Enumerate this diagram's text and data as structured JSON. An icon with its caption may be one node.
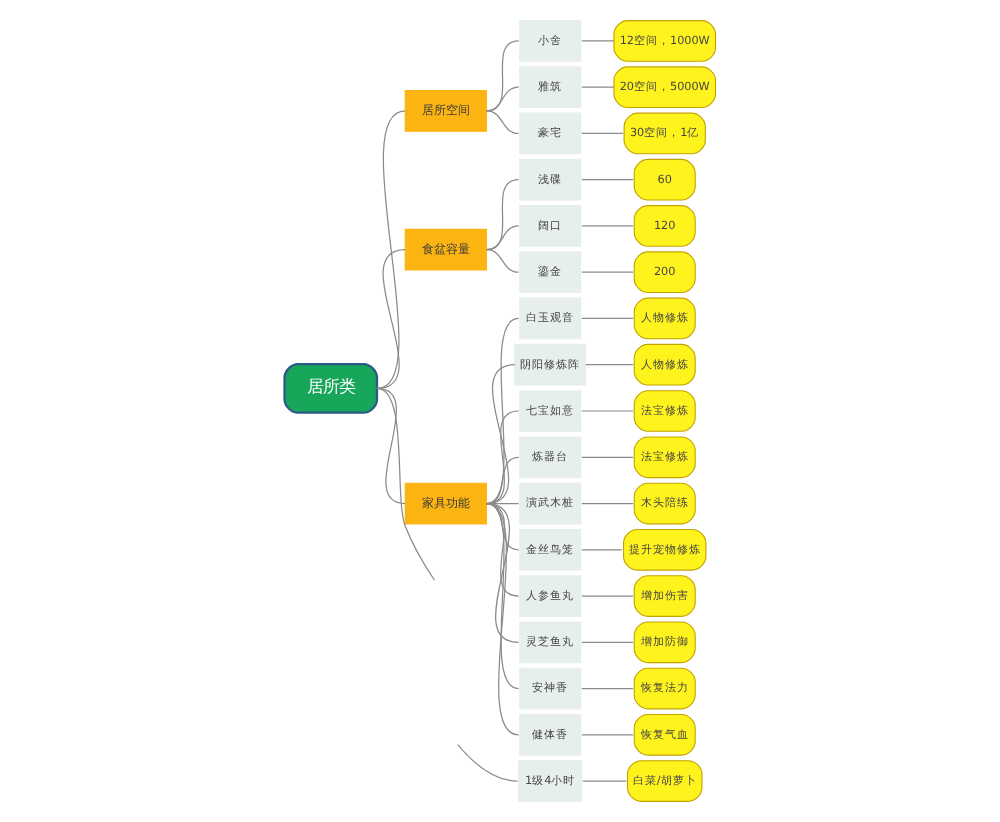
{
  "diagram": {
    "nodes": [
      {
        "text": [
          "居所类"
        ]
      },
      {
        "text": [
          "居所空间"
        ]
      },
      {
        "text": [
          "小舍"
        ]
      },
      {
        "text": [
          "12空间，1000W"
        ]
      },
      {
        "text": [
          "雅筑"
        ]
      },
      {
        "text": [
          "20空间，5000W"
        ]
      },
      {
        "text": [
          "豪宅"
        ]
      },
      {
        "text": [
          "30空间，1亿"
        ]
      },
      {
        "text": [
          "食盆容量"
        ]
      },
      {
        "text": [
          "浅碟"
        ]
      },
      {
        "text": [
          "60"
        ]
      },
      {
        "text": [
          "阔口"
        ]
      },
      {
        "text": [
          "120"
        ]
      },
      {
        "text": [
          "鎏金"
        ]
      },
      {
        "text": [
          "200"
        ]
      },
      {
        "text": [
          "家具功能"
        ]
      },
      {
        "text": [
          "白玉观音"
        ]
      },
      {
        "text": [
          "人物修炼"
        ]
      },
      {
        "text": [
          "阴阳修炼阵"
        ]
      },
      {
        "text": [
          "人物修炼"
        ]
      },
      {
        "text": [
          "七宝如意"
        ]
      },
      {
        "text": [
          "法宝修炼"
        ]
      },
      {
        "text": [
          "炼器台"
        ]
      },
      {
        "text": [
          "法宝修炼"
        ]
      },
      {
        "text": [
          "演武木桩"
        ]
      },
      {
        "text": [
          "木头陪练"
        ]
      },
      {
        "text": [
          "金丝鸟笼"
        ]
      },
      {
        "text": [
          "提升宠物修炼"
        ]
      },
      {
        "text": [
          "人参鱼丸"
        ]
      },
      {
        "text": [
          "增加伤害"
        ]
      },
      {
        "text": [
          "灵芝鱼丸"
        ]
      },
      {
        "text": [
          "增加防御"
        ]
      },
      {
        "text": [
          "安神香"
        ]
      },
      {
        "text": [
          "恢复法力"
        ]
      },
      {
        "text": [
          "健体香"
        ]
      },
      {
        "text": [
          "恢复气血"
        ]
      },
      {
        "text": [
          "1级4小时"
        ]
      },
      {
        "text": [
          "白菜/胡萝卜"
        ]
      }
    ],
    "edges": [
      {
        "from": 0,
        "to": 1,
        "arrow": "none"
      },
      {
        "from": 1,
        "to": 2,
        "arrow": "none"
      },
      {
        "from": 2,
        "to": 3,
        "arrow": "none"
      },
      {
        "from": 1,
        "to": 4,
        "arrow": "none"
      },
      {
        "from": 4,
        "to": 5,
        "arrow": "none"
      },
      {
        "from": 1,
        "to": 6,
        "arrow": "none"
      },
      {
        "from": 6,
        "to": 7,
        "arrow": "none"
      },
      {
        "from": 0,
        "to": 8,
        "arrow": "none"
      },
      {
        "from": 8,
        "to": 9,
        "arrow": "none"
      },
      {
        "from": 9,
        "to": 10,
        "arrow": "none"
      },
      {
        "from": 8,
        "to": 11,
        "arrow": "none"
      },
      {
        "from": 11,
        "to": 12,
        "arrow": "none"
      },
      {
        "from": 8,
        "to": 13,
        "arrow": "none"
      },
      {
        "from": 13,
        "to": 14,
        "arrow": "none"
      },
      {
        "from": 0,
        "to": 15,
        "arrow": "none"
      },
      {
        "from": 15,
        "to": 16,
        "arrow": "none"
      },
      {
        "from": 16,
        "to": 17,
        "arrow": "none"
      },
      {
        "from": 15,
        "to": 18,
        "arrow": "none"
      },
      {
        "from": 18,
        "to": 19,
        "arrow": "none"
      },
      {
        "from": 15,
        "to": 20,
        "arrow": "none"
      },
      {
        "from": 20,
        "to": 21,
        "arrow": "none"
      },
      {
        "from": 15,
        "to": 22,
        "arrow": "none"
      },
      {
        "from": 22,
        "to": 23,
        "arrow": "none"
      },
      {
        "from": 15,
        "to": 24,
        "arrow": "none"
      },
      {
        "from": 24,
        "to": 25,
        "arrow": "none"
      },
      {
        "from": 15,
        "to": 26,
        "arrow": "none"
      },
      {
        "from": 26,
        "to": 27,
        "arrow": "none"
      },
      {
        "from": 15,
        "to": 28,
        "arrow": "none"
      },
      {
        "from": 28,
        "to": 29,
        "arrow": "none"
      },
      {
        "from": 15,
        "to": 30,
        "arrow": "none"
      },
      {
        "from": 30,
        "to": 31,
        "arrow": "none"
      },
      {
        "from": 15,
        "to": 32,
        "arrow": "none"
      },
      {
        "from": 32,
        "to": 33,
        "arrow": "none"
      },
      {
        "from": 15,
        "to": 34,
        "arrow": "none"
      },
      {
        "from": 34,
        "to": 35,
        "arrow": "none"
      },
      {
        "from": 0,
        "to": null,
        "arrow": "none"
      },
      {
        "from": null,
        "to": 36,
        "arrow": "none"
      },
      {
        "from": 36,
        "to": 37,
        "arrow": "none"
      }
    ]
  }
}
